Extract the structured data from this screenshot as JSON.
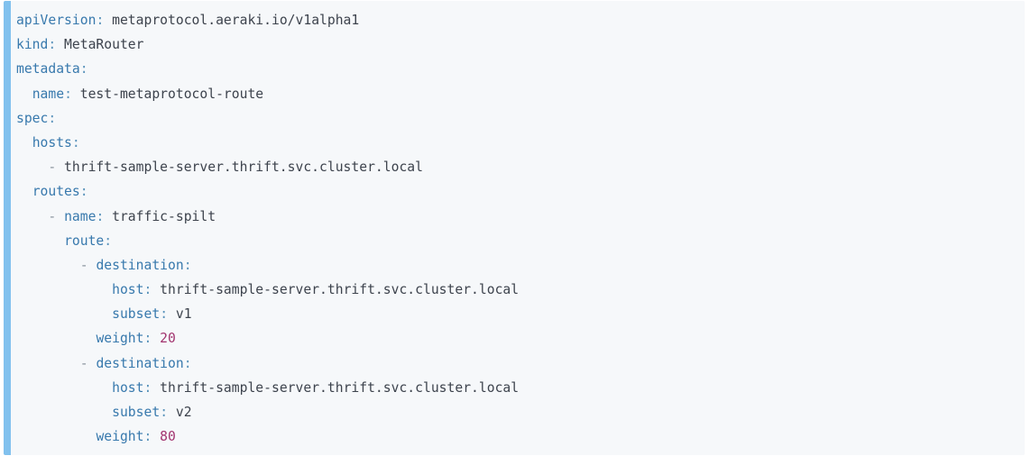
{
  "colors": {
    "page_bg": "#ffffff",
    "code_bg": "#f6f8fa",
    "accent_bar": "#81c1ee",
    "key": "#3879ad",
    "colon": "#5a93bb",
    "dash": "#8b949e",
    "value": "#3d434d",
    "number": "#a2346f"
  },
  "code_block": {
    "lines": [
      [
        {
          "t": "apiVersion",
          "c": "key"
        },
        {
          "t": ":",
          "c": "colon"
        },
        {
          "t": " metaprotocol.aeraki.io/v1alpha1",
          "c": "value"
        }
      ],
      [
        {
          "t": "kind",
          "c": "key"
        },
        {
          "t": ":",
          "c": "colon"
        },
        {
          "t": " MetaRouter",
          "c": "value"
        }
      ],
      [
        {
          "t": "metadata",
          "c": "key"
        },
        {
          "t": ":",
          "c": "colon"
        }
      ],
      [
        {
          "t": "  ",
          "c": "ws"
        },
        {
          "t": "name",
          "c": "key"
        },
        {
          "t": ":",
          "c": "colon"
        },
        {
          "t": " test-metaprotocol-route",
          "c": "value"
        }
      ],
      [
        {
          "t": "spec",
          "c": "key"
        },
        {
          "t": ":",
          "c": "colon"
        }
      ],
      [
        {
          "t": "  ",
          "c": "ws"
        },
        {
          "t": "hosts",
          "c": "key"
        },
        {
          "t": ":",
          "c": "colon"
        }
      ],
      [
        {
          "t": "    ",
          "c": "ws"
        },
        {
          "t": "-",
          "c": "dash"
        },
        {
          "t": " thrift-sample-server.thrift.svc.cluster.local",
          "c": "value"
        }
      ],
      [
        {
          "t": "  ",
          "c": "ws"
        },
        {
          "t": "routes",
          "c": "key"
        },
        {
          "t": ":",
          "c": "colon"
        }
      ],
      [
        {
          "t": "    ",
          "c": "ws"
        },
        {
          "t": "-",
          "c": "dash"
        },
        {
          "t": " ",
          "c": "ws"
        },
        {
          "t": "name",
          "c": "key"
        },
        {
          "t": ":",
          "c": "colon"
        },
        {
          "t": " traffic-spilt",
          "c": "value"
        }
      ],
      [
        {
          "t": "      ",
          "c": "ws"
        },
        {
          "t": "route",
          "c": "key"
        },
        {
          "t": ":",
          "c": "colon"
        }
      ],
      [
        {
          "t": "        ",
          "c": "ws"
        },
        {
          "t": "-",
          "c": "dash"
        },
        {
          "t": " ",
          "c": "ws"
        },
        {
          "t": "destination",
          "c": "key"
        },
        {
          "t": ":",
          "c": "colon"
        }
      ],
      [
        {
          "t": "            ",
          "c": "ws"
        },
        {
          "t": "host",
          "c": "key"
        },
        {
          "t": ":",
          "c": "colon"
        },
        {
          "t": " thrift-sample-server.thrift.svc.cluster.local",
          "c": "value"
        }
      ],
      [
        {
          "t": "            ",
          "c": "ws"
        },
        {
          "t": "subset",
          "c": "key"
        },
        {
          "t": ":",
          "c": "colon"
        },
        {
          "t": " v1",
          "c": "value"
        }
      ],
      [
        {
          "t": "          ",
          "c": "ws"
        },
        {
          "t": "weight",
          "c": "key"
        },
        {
          "t": ":",
          "c": "colon"
        },
        {
          "t": " 20",
          "c": "num"
        }
      ],
      [
        {
          "t": "        ",
          "c": "ws"
        },
        {
          "t": "-",
          "c": "dash"
        },
        {
          "t": " ",
          "c": "ws"
        },
        {
          "t": "destination",
          "c": "key"
        },
        {
          "t": ":",
          "c": "colon"
        }
      ],
      [
        {
          "t": "            ",
          "c": "ws"
        },
        {
          "t": "host",
          "c": "key"
        },
        {
          "t": ":",
          "c": "colon"
        },
        {
          "t": " thrift-sample-server.thrift.svc.cluster.local",
          "c": "value"
        }
      ],
      [
        {
          "t": "            ",
          "c": "ws"
        },
        {
          "t": "subset",
          "c": "key"
        },
        {
          "t": ":",
          "c": "colon"
        },
        {
          "t": " v2",
          "c": "value"
        }
      ],
      [
        {
          "t": "          ",
          "c": "ws"
        },
        {
          "t": "weight",
          "c": "key"
        },
        {
          "t": ":",
          "c": "colon"
        },
        {
          "t": " 80",
          "c": "num"
        }
      ]
    ]
  }
}
